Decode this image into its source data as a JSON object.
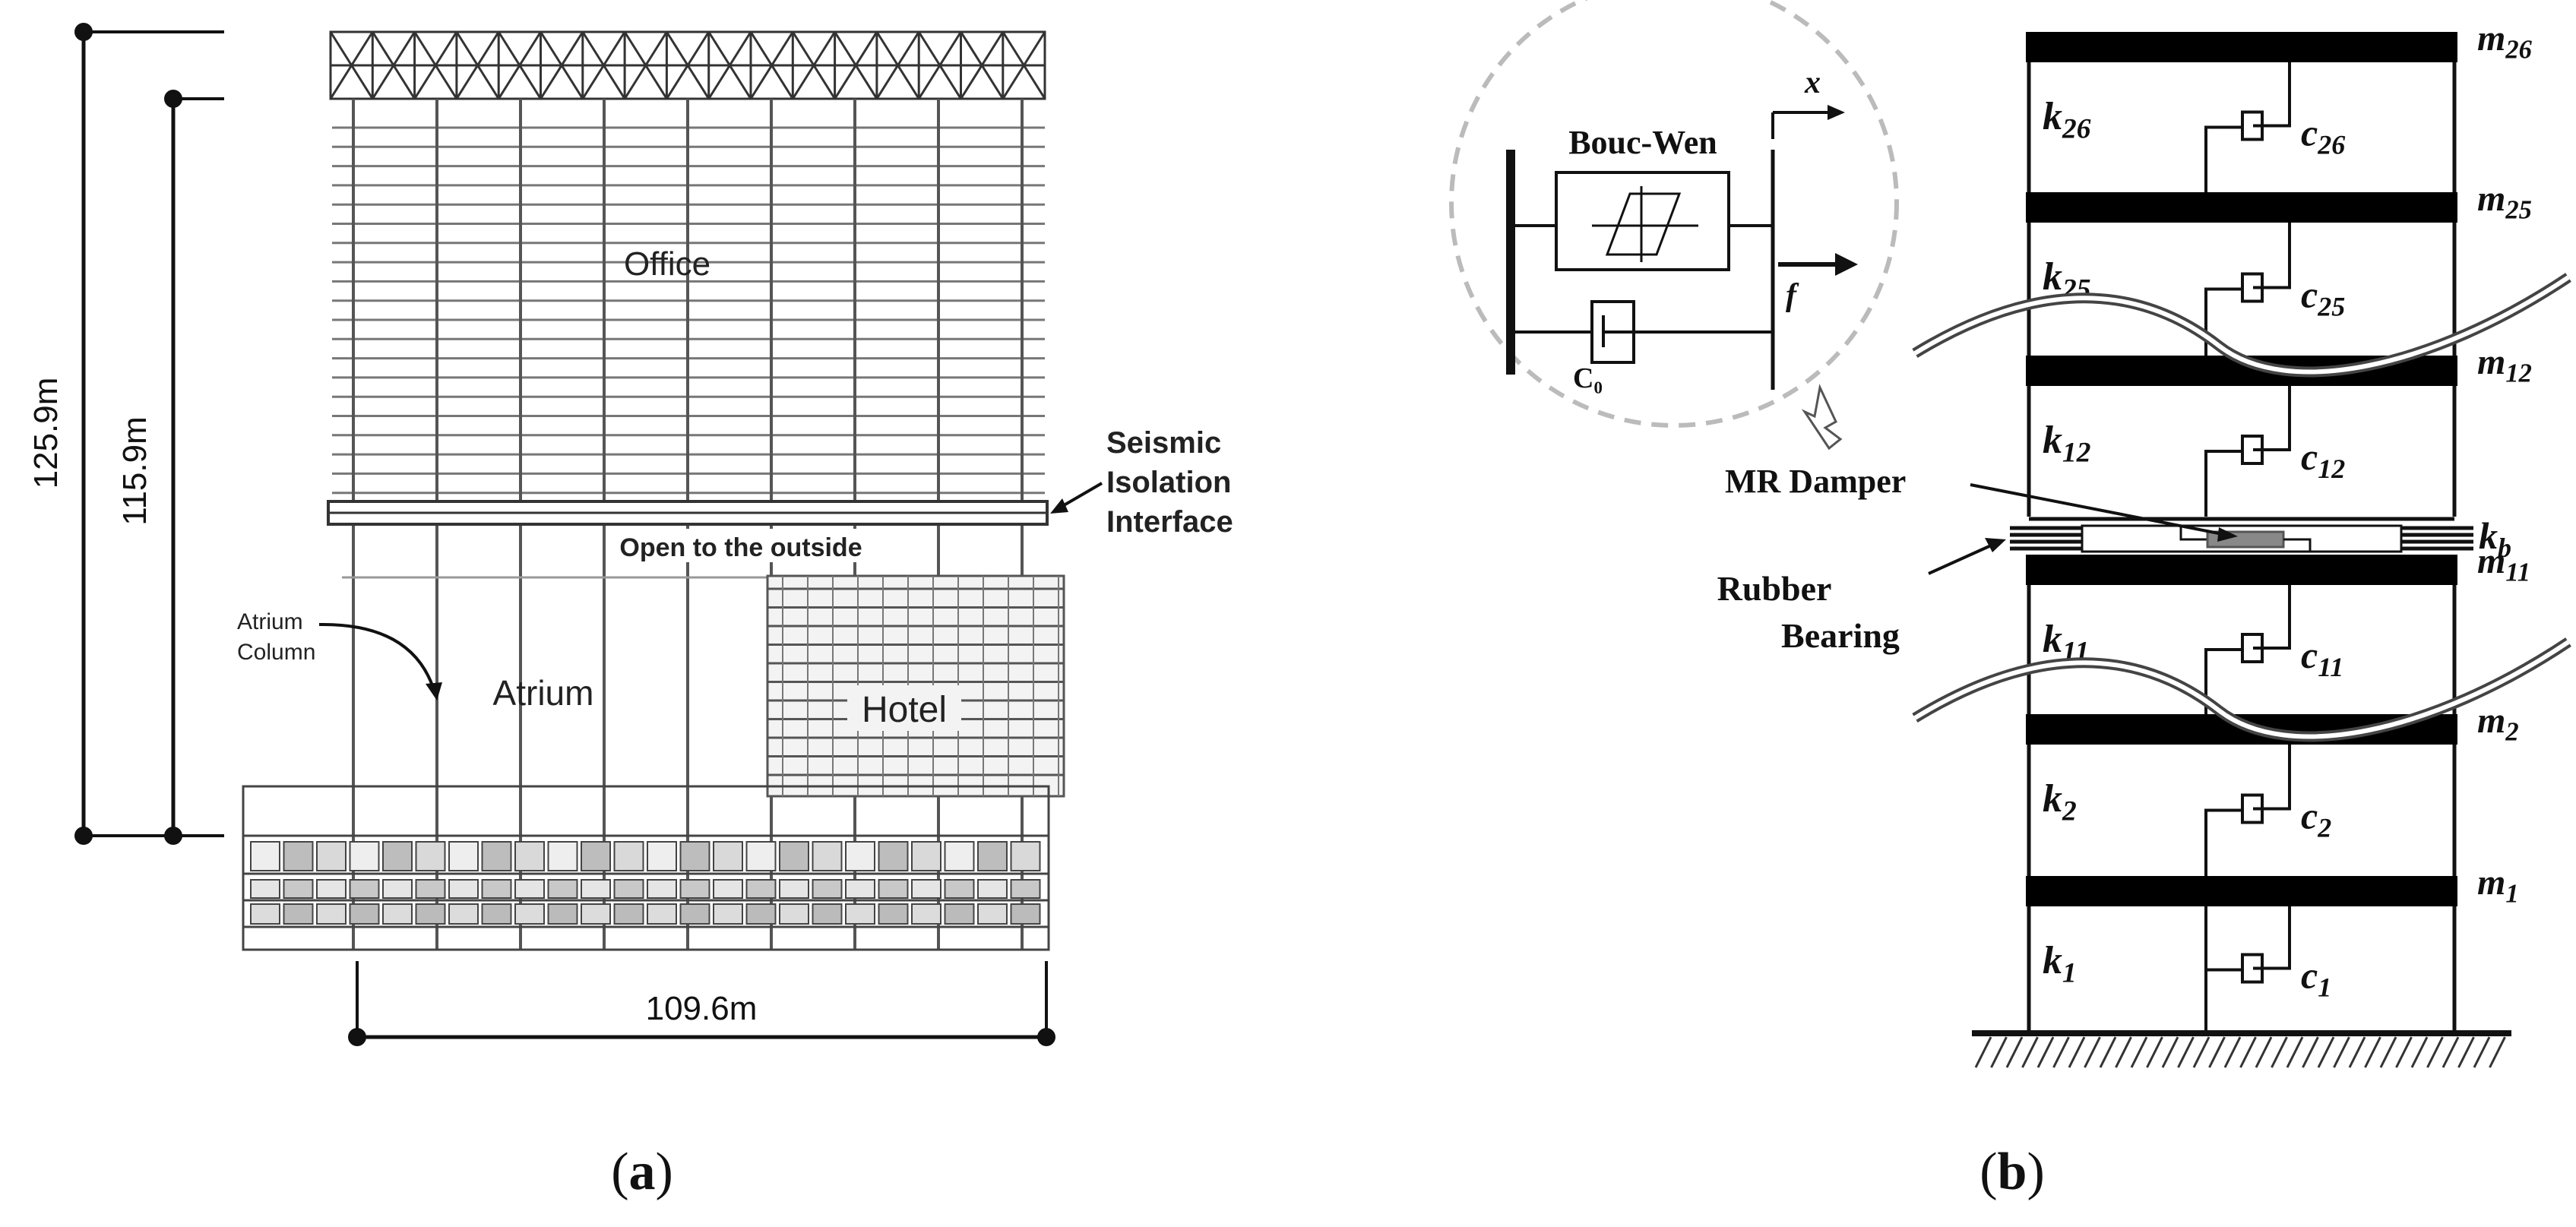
{
  "panel_a": {
    "caption_letter": "a",
    "office": "Office",
    "open_to_outside": "Open to the outside",
    "atrium": "Atrium",
    "hotel": "Hotel",
    "atrium_column": [
      "Atrium",
      "Column"
    ],
    "seismic_isolation_interface": [
      "Seismic",
      "Isolation",
      "Interface"
    ],
    "dim_total_height": "125.9m",
    "dim_upper_height": "115.9m",
    "dim_width": "109.6m"
  },
  "panel_b": {
    "caption_letter": "b",
    "bouc_wen": "Bouc-Wen",
    "c0": "C₀",
    "x_label": "x",
    "f_label": "f",
    "mr_damper": "MR Damper",
    "rubber_bearing": [
      "Rubber",
      "Bearing"
    ],
    "storeys": [
      {
        "k": "26",
        "c": "26",
        "m": "26"
      },
      {
        "k": "25",
        "c": "25",
        "m": "25"
      },
      {
        "k": "12",
        "c": "12",
        "m": "12"
      },
      {
        "k": "11",
        "c": "11",
        "m": "11"
      },
      {
        "k": "2",
        "c": "2",
        "m": "2"
      },
      {
        "k": "1",
        "c": "1",
        "m": "1"
      }
    ],
    "kb_sub": "b",
    "k_letter": "k",
    "c_letter": "c",
    "m_letter": "m"
  }
}
